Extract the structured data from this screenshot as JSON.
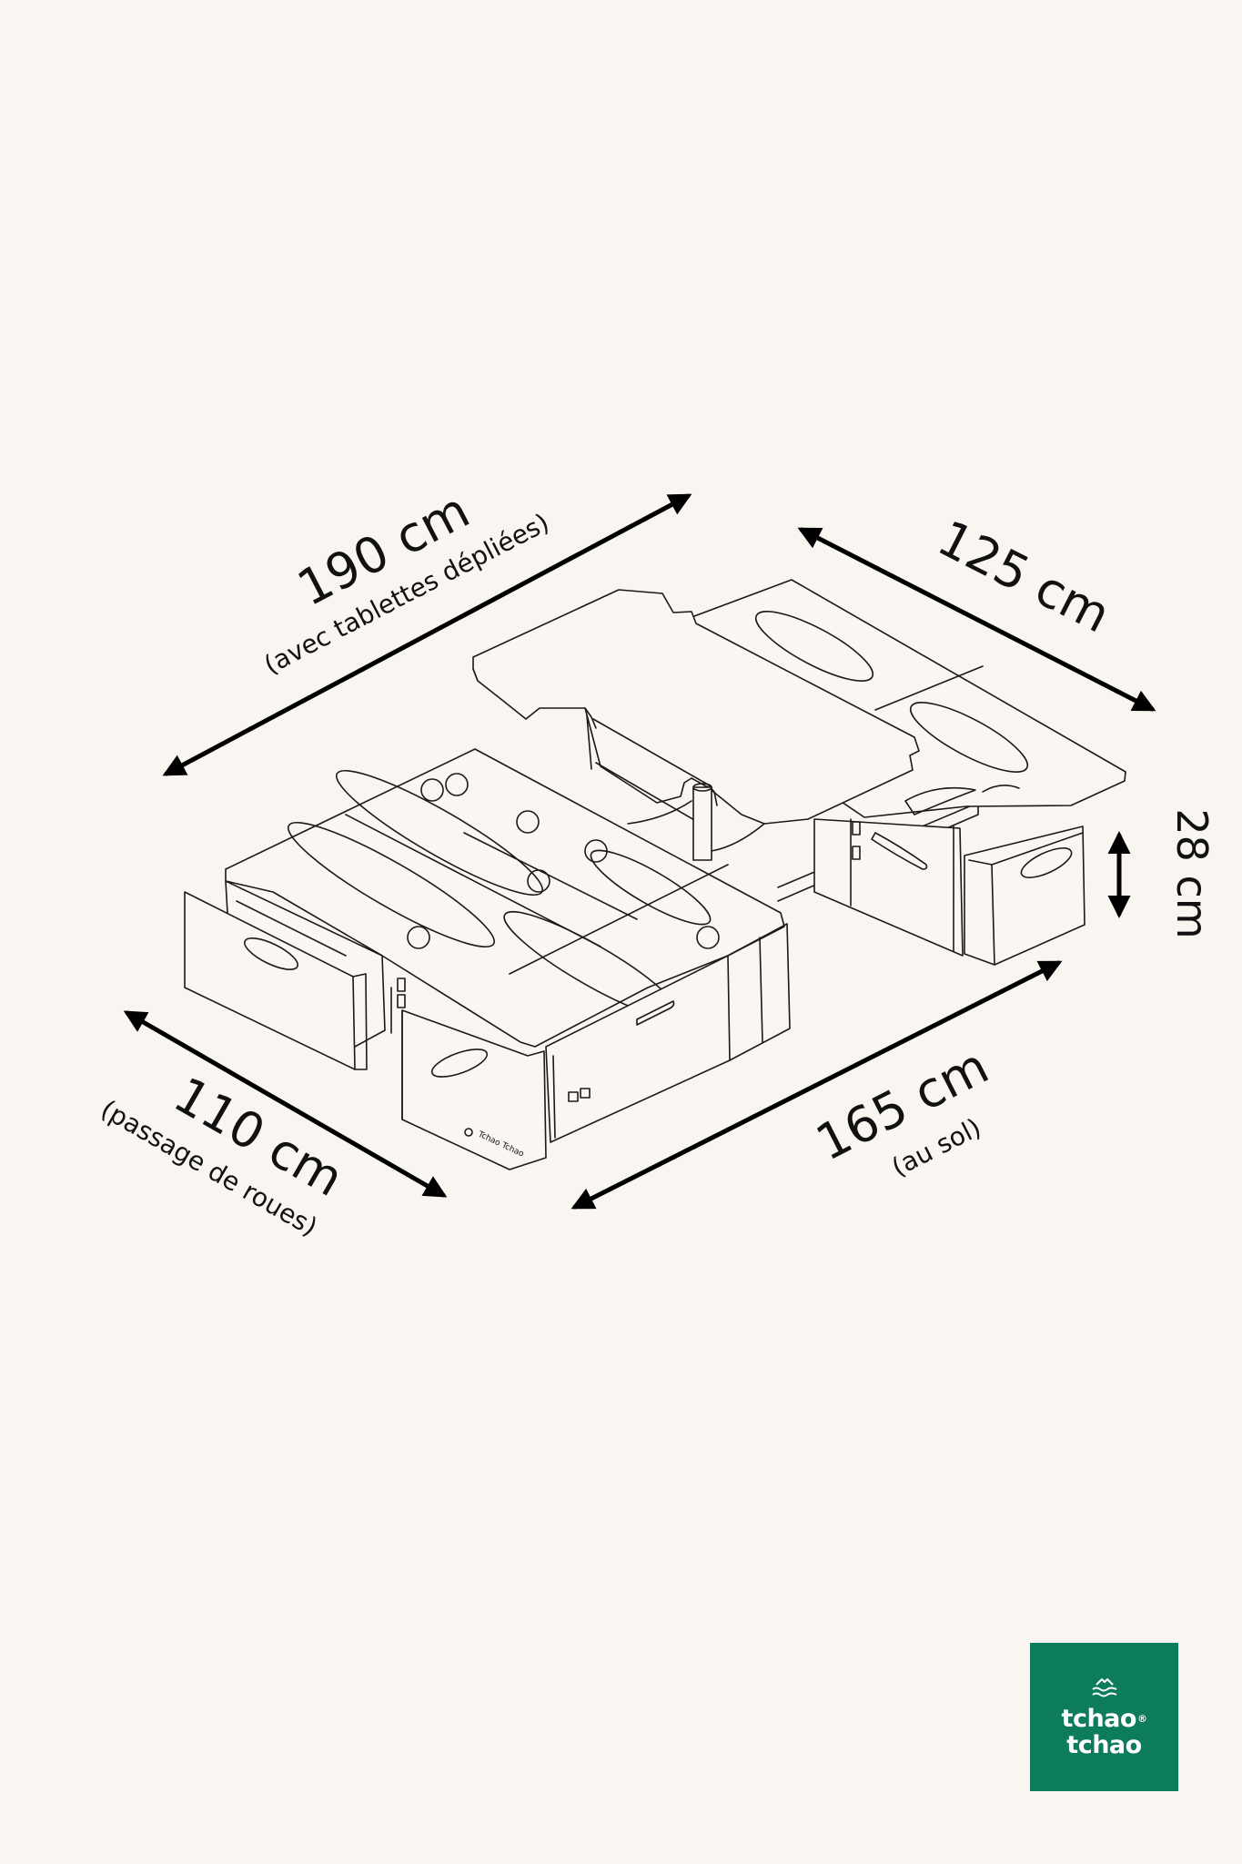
{
  "dimensions": {
    "length_folded": {
      "value": "190 cm",
      "note": "(avec tablettes dépliées)"
    },
    "width": {
      "value": "125 cm"
    },
    "height": {
      "value": "28 cm"
    },
    "length_floor": {
      "value": "165 cm",
      "note": "(au sol)"
    },
    "wheel_passage": {
      "value": "110 cm",
      "note": "(passage de roues)"
    }
  },
  "brand": {
    "line1": "tchao",
    "line2": "tchao",
    "registered": "®"
  },
  "colors": {
    "background": "#f9f5f0",
    "brand_green": "#0d7c5d",
    "ink": "#1a1a1a"
  },
  "icons": {
    "logo_mark": "waves-mountain-icon"
  }
}
